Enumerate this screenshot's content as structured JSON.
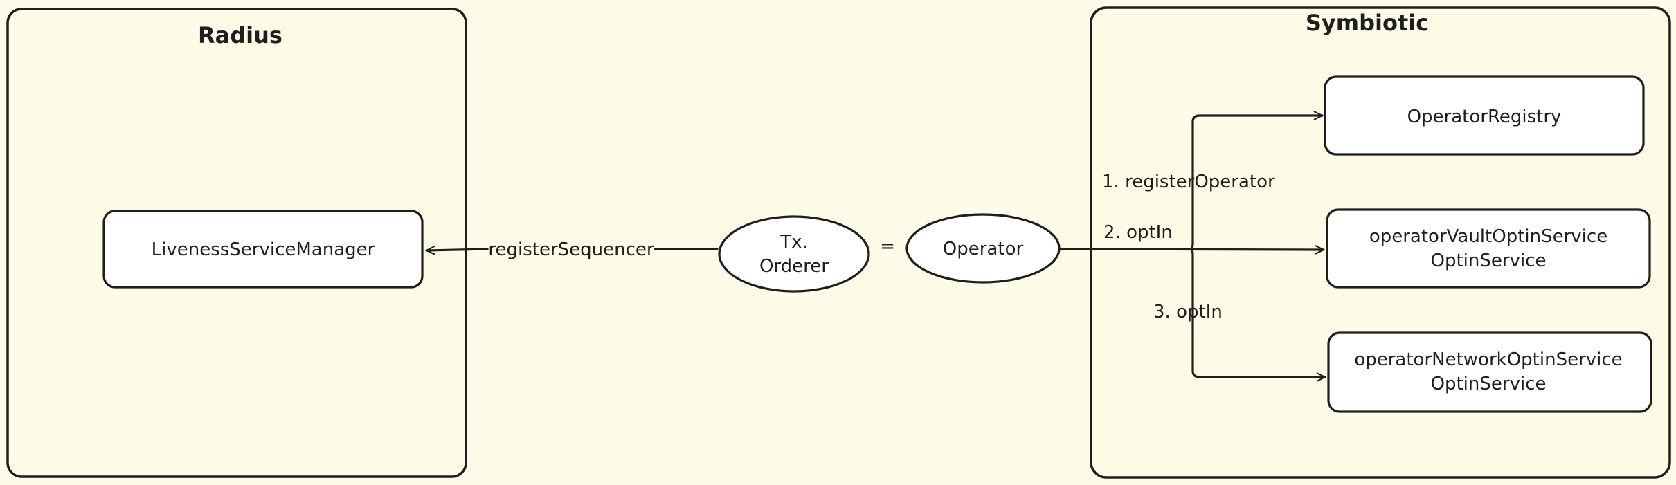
{
  "colors": {
    "background": "#fefbe8",
    "stroke": "#1e1e1e",
    "node_fill": "#ffffff"
  },
  "containers": {
    "radius": {
      "title": "Radius"
    },
    "symbiotic": {
      "title": "Symbiotic"
    }
  },
  "nodes": {
    "liveness": {
      "label": "LivenessServiceManager"
    },
    "tx_orderer": {
      "line1": "Tx.",
      "line2": "Orderer"
    },
    "equals": "=",
    "operator": {
      "label": "Operator"
    },
    "operator_registry": {
      "label": "OperatorRegistry"
    },
    "vault_optin": {
      "line1": "operatorVaultOptinService",
      "line2": "OptinService"
    },
    "network_optin": {
      "line1": "operatorNetworkOptinService",
      "line2": "OptinService"
    }
  },
  "edges": {
    "register_sequencer": "registerSequencer",
    "register_operator": "1. registerOperator",
    "optin_vault": "2. optIn",
    "optin_network": "3. optIn"
  }
}
